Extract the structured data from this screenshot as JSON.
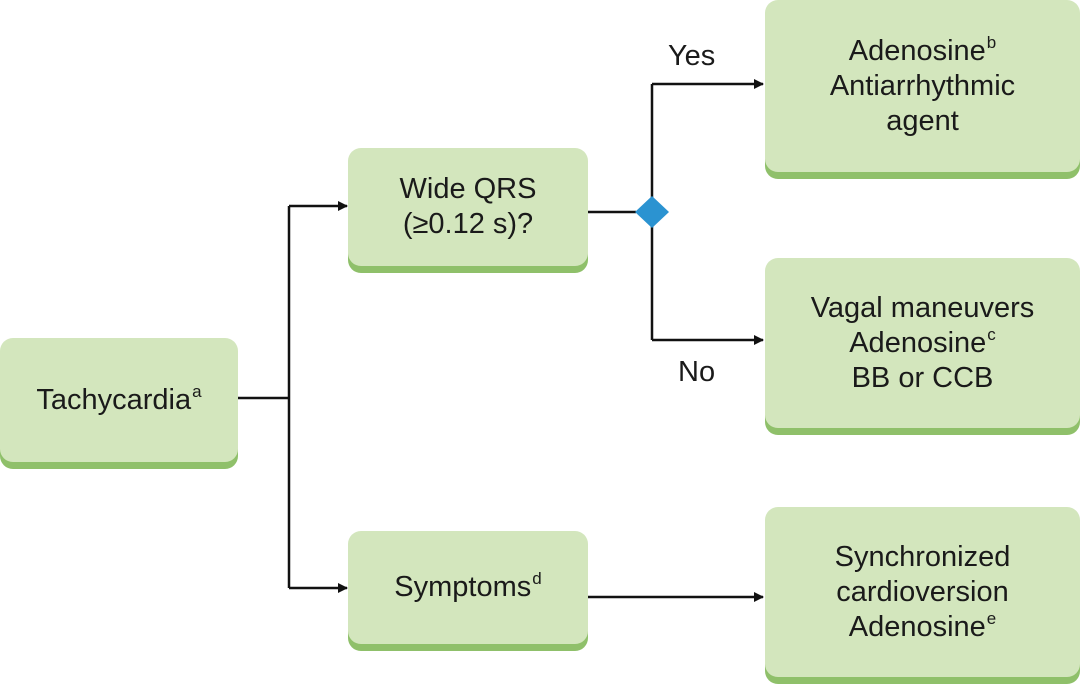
{
  "nodes": {
    "tachycardia": {
      "text": "Tachycardia",
      "sup": "a"
    },
    "wide_qrs": {
      "line1": "Wide QRS",
      "line2": "(≥0.12 s)?"
    },
    "symptoms": {
      "text": "Symptoms",
      "sup": "d"
    },
    "yes_outcome": {
      "line1": "Adenosine",
      "line1_sup": "b",
      "line2": "Antiarrhythmic",
      "line3": "agent"
    },
    "no_outcome": {
      "line1": "Vagal maneuvers",
      "line2": "Adenosine",
      "line2_sup": "c",
      "line3": "BB or CCB"
    },
    "symptoms_outcome": {
      "line1": "Synchronized",
      "line2": "cardioversion",
      "line3": "Adenosine",
      "line3_sup": "e"
    }
  },
  "edges": {
    "yes_label": "Yes",
    "no_label": "No"
  },
  "colors": {
    "node_fill": "#d3e6bd",
    "node_shadow": "#8fc06a",
    "decision_diamond": "#2b93d1",
    "line": "#111111"
  }
}
